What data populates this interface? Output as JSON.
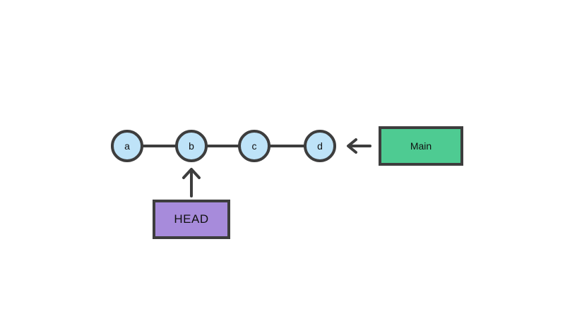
{
  "diagram": {
    "type": "git-commit-graph",
    "nodes": [
      {
        "id": "a",
        "label": "a"
      },
      {
        "id": "b",
        "label": "b"
      },
      {
        "id": "c",
        "label": "c"
      },
      {
        "id": "d",
        "label": "d"
      }
    ],
    "branch": {
      "label": "Main",
      "points_to": "d",
      "arrow_direction": "left"
    },
    "head": {
      "label": "HEAD",
      "points_to": "b",
      "arrow_direction": "up"
    },
    "colors": {
      "background": "#ffffff",
      "stroke": "#3d3d3d",
      "node_fill": "#bee3f8",
      "main_box_fill": "#4ecb92",
      "head_box_fill": "#a78bdb",
      "text": "#111111"
    }
  }
}
